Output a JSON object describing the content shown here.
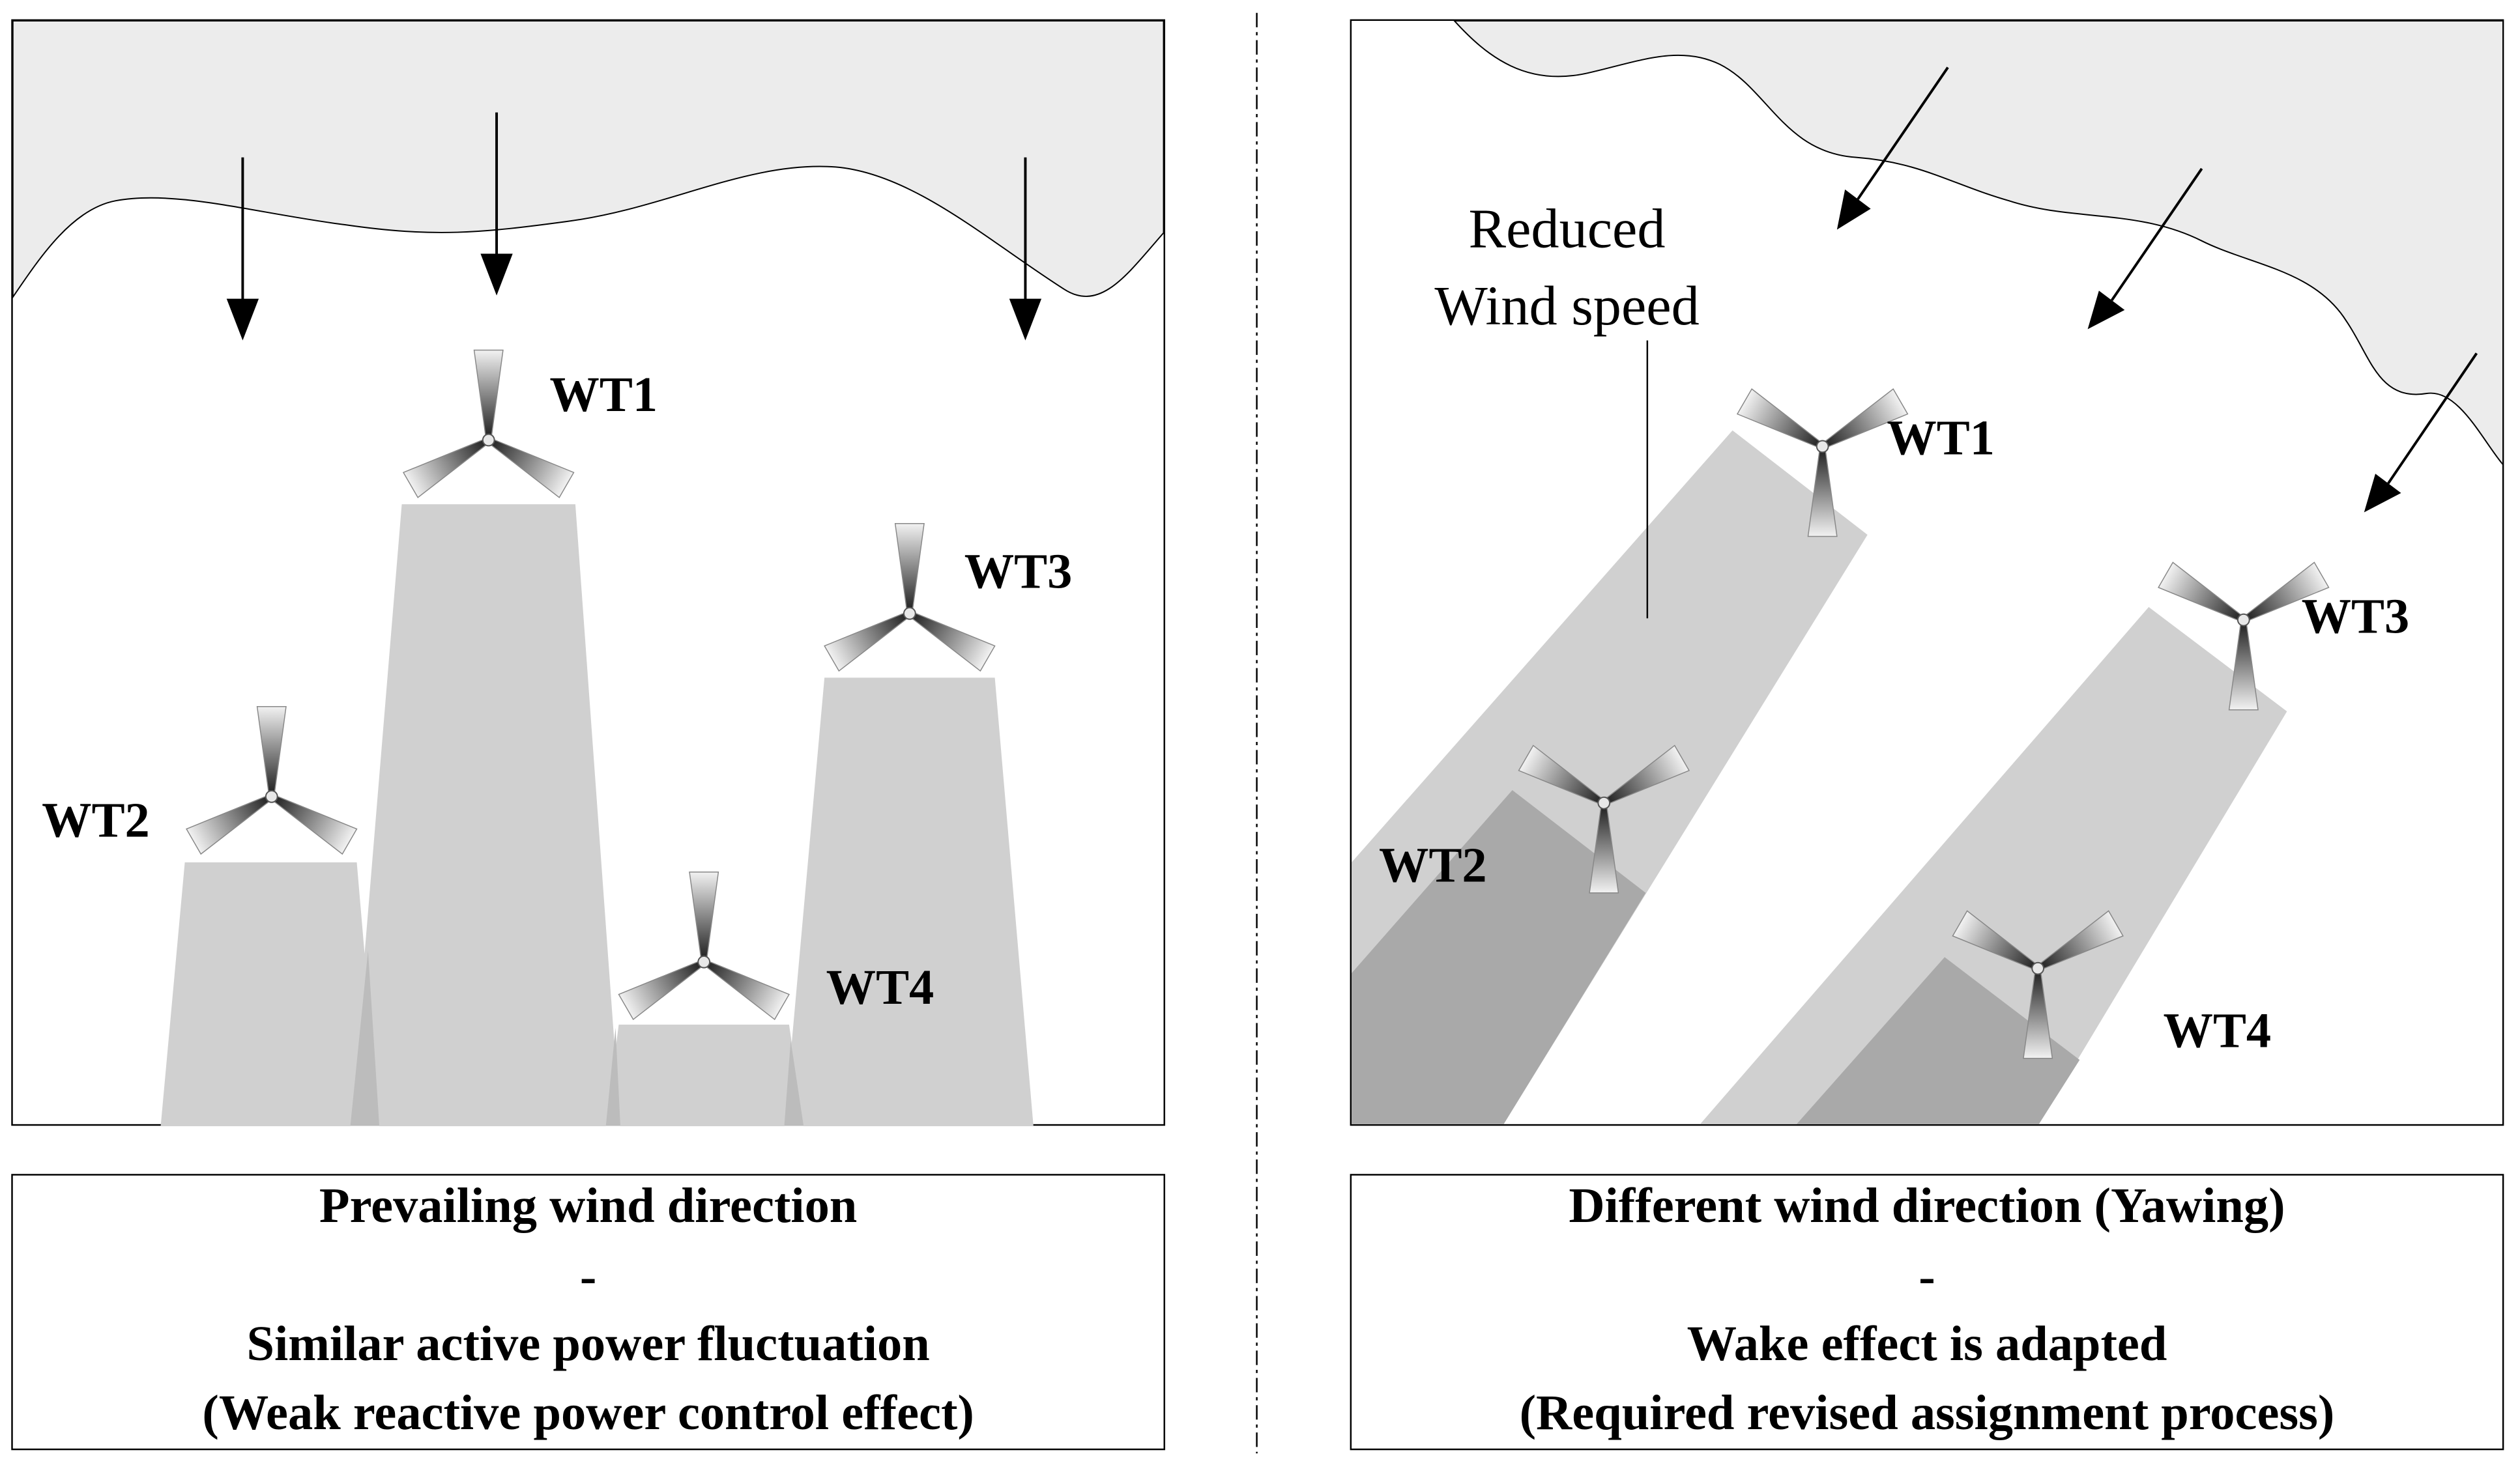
{
  "left_panel": {
    "turbine_labels": {
      "wt1": "WT1",
      "wt2": "WT2",
      "wt3": "WT3",
      "wt4": "WT4"
    },
    "caption": {
      "line1": "Prevailing wind direction",
      "line2": "-",
      "line3": "Similar active power fluctuation",
      "line4": "(Weak reactive power control effect)"
    }
  },
  "right_panel": {
    "annotation": {
      "line1": "Reduced",
      "line2": "Wind speed"
    },
    "turbine_labels": {
      "wt1": "WT1",
      "wt2": "WT2",
      "wt3": "WT3",
      "wt4": "WT4"
    },
    "caption": {
      "line1": "Different wind direction (Yawing)",
      "line2": "-",
      "line3": "Wake effect is adapted",
      "line4": "(Required revised assignment process)"
    }
  },
  "colors": {
    "cloud_fill": "#ececec",
    "wake_light": "#d0d0d0",
    "wake_dark": "#a9a9a9",
    "wake_mid": "#bcbcbc",
    "outline": "#000000"
  }
}
